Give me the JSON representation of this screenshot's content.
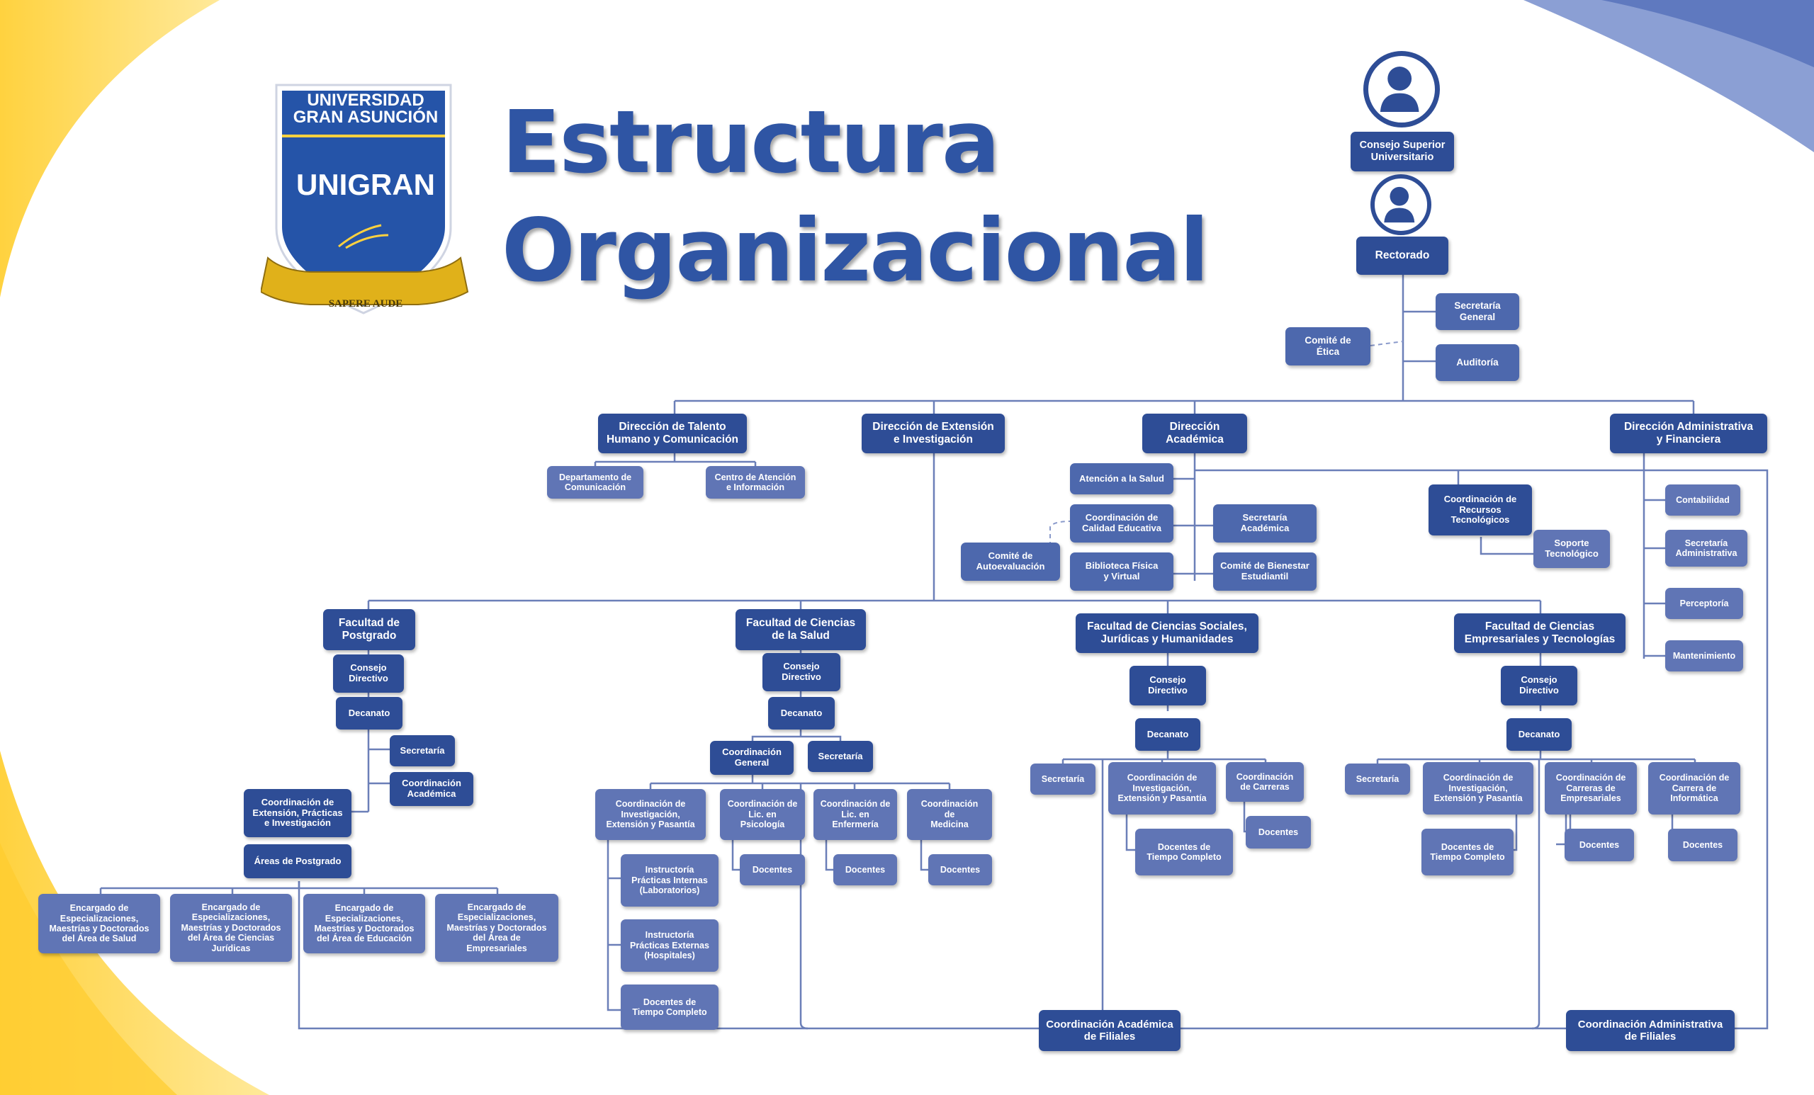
{
  "header": {
    "title_line1": "Estructura",
    "title_line2": "Organizacional"
  },
  "logo": {
    "line1": "UNIVERSIDAD",
    "line2": "GRAN ASUNCIÓN",
    "acronym": "UNIGRAN",
    "motto": "SAPERE AUDE"
  },
  "colors": {
    "primary": "#2e4d96",
    "secondary": "#4d68ad",
    "tertiary": "#6075b5",
    "title": "#2f55a4",
    "connector": "#6b7fb8",
    "yellow": "#ffd23f"
  },
  "org": {
    "consejo_superior": "Consejo Superior\nUniversitario",
    "rectorado": "Rectorado",
    "secretaria_general": "Secretaría\nGeneral",
    "auditoria": "Auditoría",
    "comite_etica": "Comité de\nÉtica",
    "dir_talento": "Dirección de Talento\nHumano y Comunicación",
    "dir_extension": "Dirección de Extensión\ne Investigación",
    "dir_academica": "Dirección\nAcadémica",
    "dir_administrativa": "Dirección Administrativa\ny Financiera",
    "depto_comunicacion": "Departamento de\nComunicación",
    "centro_atencion": "Centro de Atención\ne Información",
    "atencion_salud": "Atención a la Salud",
    "coord_calidad": "Coordinación de\nCalidad Educativa",
    "secretaria_academica": "Secretaría\nAcadémica",
    "comite_autoevaluacion": "Comité de\nAutoevaluación",
    "biblioteca": "Biblioteca Física\ny Virtual",
    "comite_bienestar": "Comité de Bienestar\nEstudiantil",
    "coord_recursos": "Coordinación de\nRecursos\nTecnológicos",
    "soporte": "Soporte\nTecnológico",
    "contabilidad": "Contabilidad",
    "secretaria_administrativa": "Secretaría\nAdministrativa",
    "perceptoria": "Perceptoría",
    "mantenimiento": "Mantenimiento",
    "fac_postgrado": "Facultad de\nPostgrado",
    "fac_salud": "Facultad de Ciencias\nde la Salud",
    "fac_sociales": "Facultad de Ciencias Sociales,\nJurídicas y Humanidades",
    "fac_empresariales": "Facultad de Ciencias\nEmpresariales y Tecnologías",
    "consejo_directivo": "Consejo\nDirectivo",
    "decanato": "Decanato",
    "secretaria": "Secretaría",
    "coord_academica": "Coordinación\nAcadémica",
    "coord_ext_practicas": "Coordinación de\nExtensión, Prácticas\ne Investigación",
    "areas_postgrado": "Áreas de Postgrado",
    "enc_salud": "Encargado de\nEspecializaciones,\nMaestrías y Doctorados\ndel Área de Salud",
    "enc_juridicas": "Encargado de\nEspecializaciones,\nMaestrías y Doctorados\ndel Área de Ciencias\nJurídicas",
    "enc_educacion": "Encargado de\nEspecializaciones,\nMaestrías y Doctorados\ndel Área de Educación",
    "enc_empresariales": "Encargado de\nEspecializaciones,\nMaestrías y Doctorados\ndel Área de\nEmpresariales",
    "coord_general": "Coordinación\nGeneral",
    "coord_inv_ext_pasantia": "Coordinación de\nInvestigación,\nExtensión y Pasantía",
    "coord_psicologia": "Coordinación de\nLic. en\nPsicología",
    "coord_enfermeria": "Coordinación de\nLic. en\nEnfermería",
    "coord_medicina": "Coordinación\nde\nMedicina",
    "instructoria_internas": "Instructoría\nPrácticas Internas\n(Laboratorios)",
    "instructoria_externas": "Instructoría\nPrácticas Externas\n(Hospitales)",
    "docentes_tc": "Docentes de\nTiempo Completo",
    "docentes": "Docentes",
    "coord_carreras": "Coordinación\nde Carreras",
    "coord_carrera_empresariales": "Coordinación de\nCarreras de\nEmpresariales",
    "coord_carrera_informatica": "Coordinación de\nCarrera de\nInformática",
    "coord_academica_filiales": "Coordinación Académica\nde Filiales",
    "coord_administrativa_filiales": "Coordinación Administrativa\nde Filiales"
  }
}
